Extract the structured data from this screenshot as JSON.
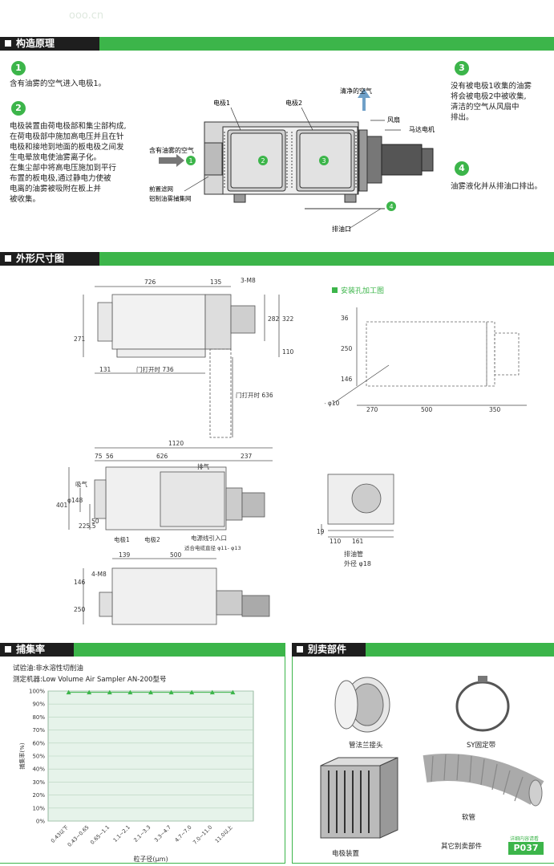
{
  "watermark": "ooo.cn",
  "section1": {
    "title": "构造原理",
    "step1_num": "1",
    "step1_text": "含有油雾的空气进入电极1。",
    "step2_num": "2",
    "step2_text": "电极装置由荷电极部和集尘部构成,\n在荷电极部中施加高电压并且在针\n电极和接地到地面的板电极之间发\n生电晕放电使油雾离子化。\n在集尘部中将高电压施加到平行\n布置的板电极,通过静电力使被\n电离的油雾被吸附在板上并\n被收集。",
    "step3_num": "3",
    "step3_text": "没有被电极1收集的油雾\n将会被电极2中被收集,\n清洁的空气从风扇中\n排出。",
    "step4_num": "4",
    "step4_text": "油雾液化并从排油口排出。",
    "diagram": {
      "clean_air": "清净的空气",
      "electrode1": "电极1",
      "electrode2": "电极2",
      "fan": "风扇",
      "motor": "马达电机",
      "inlet_air": "含有油雾的空气",
      "prefilter": "前置滤网",
      "mesh": "铝制油雾捕集网",
      "drain": "排油口",
      "n1": "1",
      "n2": "2",
      "n3": "3",
      "n4": "4"
    }
  },
  "section2": {
    "title": "外形尺寸图",
    "mount_title": "安装孔加工图",
    "top_view": {
      "d726": "726",
      "d135": "135",
      "m8": "3-M8",
      "d282": "282",
      "d322": "322",
      "d271": "271",
      "d110": "110",
      "d131": "131",
      "door_open_736": "门打开时 736",
      "door_open_636": "门打开时 636"
    },
    "mount": {
      "d36": "36",
      "d250": "250",
      "d146": "146",
      "hole": "4- φ10",
      "d270": "270",
      "d500": "500",
      "d350": "350"
    },
    "front_view": {
      "d1120": "1120",
      "d75": "75",
      "d56": "56",
      "d626": "626",
      "d237": "237",
      "exhaust": "排气",
      "intake": "吸气",
      "d148": "φ148",
      "d401": "401",
      "d225": "225.5",
      "d50": "50",
      "e1": "电极1",
      "e2": "电极2",
      "cable": "电源线引入口",
      "cable_dia": "适合电缆直径 φ11- φ13"
    },
    "side_view": {
      "d19": "19",
      "d110": "110",
      "d161": "161",
      "drain_pipe": "排油管",
      "od": "外径 φ18"
    },
    "bottom_view": {
      "d139": "139",
      "d500": "500",
      "m8": "4-M8",
      "d146": "146",
      "d250": "250"
    }
  },
  "section3": {
    "title": "捕集率",
    "test_oil": "试验油:非水溶性切削油",
    "instrument": "测定机器:Low Volume Air Sampler   AN-200型号",
    "chart_data": {
      "type": "line",
      "ylabel": "捕集率(%)",
      "xlabel": "粒子径(μm)",
      "categories": [
        "0.43以下",
        "0.43~0.65",
        "0.65~1.1",
        "1.1~2.1",
        "2.1~3.3",
        "3.3~4.7",
        "4.7~7.0",
        "7.0~11.0",
        "11.0以上"
      ],
      "series": [
        {
          "values": [
            99,
            99,
            99,
            99,
            99,
            99,
            99,
            99,
            99
          ]
        }
      ],
      "y_ticks": [
        "100%",
        "90%",
        "80%",
        "70%",
        "60%",
        "50%",
        "40%",
        "30%",
        "20%",
        "10%",
        "0%"
      ],
      "ylim": [
        0,
        100
      ],
      "grid": true
    }
  },
  "section4": {
    "title": "别卖部件",
    "flange": "管法兰接头",
    "band": "SY固定带",
    "electrode": "电极装置",
    "hose": "软管",
    "others": "其它别卖部件",
    "see_more": "详细内容请看",
    "page_ref": "P037"
  },
  "colors": {
    "accent": "#3cb54a",
    "dark": "#1e1e1e",
    "chart_bg": "#e6f3ea"
  }
}
